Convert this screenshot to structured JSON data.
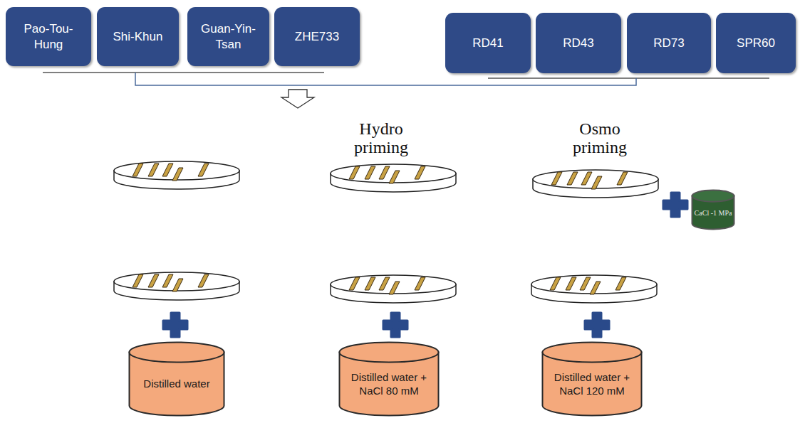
{
  "diagram": {
    "nodes": [
      {
        "text": [
          "Pao-Tou-Hung"
        ]
      },
      {
        "text": [
          "Shi-Khun"
        ]
      },
      {
        "text": [
          "Guan-Yin-Tsan"
        ]
      },
      {
        "text": [
          "ZHE733"
        ]
      },
      {
        "text": [
          "RD41"
        ]
      },
      {
        "text": [
          "RD43"
        ]
      },
      {
        "text": [
          "RD73"
        ]
      },
      {
        "text": [
          "SPR60"
        ]
      },
      {
        "text": [
          "CaCl -1 MPa"
        ]
      },
      {
        "text": [
          "Distilled water"
        ]
      },
      {
        "text": [
          "Distilled water + NaCl 80 mM"
        ]
      },
      {
        "text": [
          "Distilled water + NaCl 120 mM"
        ]
      }
    ],
    "labels": [
      "Hydro priming",
      "Osmo priming"
    ]
  }
}
